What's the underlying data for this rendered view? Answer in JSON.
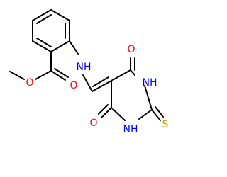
{
  "colors": {
    "bond": "#000000",
    "N": "#0000ff",
    "O": "#ff0000",
    "S": "#b8a000"
  },
  "atoms": [
    {
      "id": "nh",
      "element": "N",
      "label": "NH"
    },
    {
      "id": "o4",
      "element": "O",
      "label": "O"
    },
    {
      "id": "n3",
      "element": "N",
      "label": "NH"
    },
    {
      "id": "s",
      "element": "S",
      "label": "S"
    },
    {
      "id": "n1",
      "element": "N",
      "label": "NH"
    },
    {
      "id": "o6",
      "element": "O",
      "label": "O"
    },
    {
      "id": "oc",
      "element": "O",
      "label": "O"
    },
    {
      "id": "oe",
      "element": "O",
      "label": "O"
    }
  ]
}
